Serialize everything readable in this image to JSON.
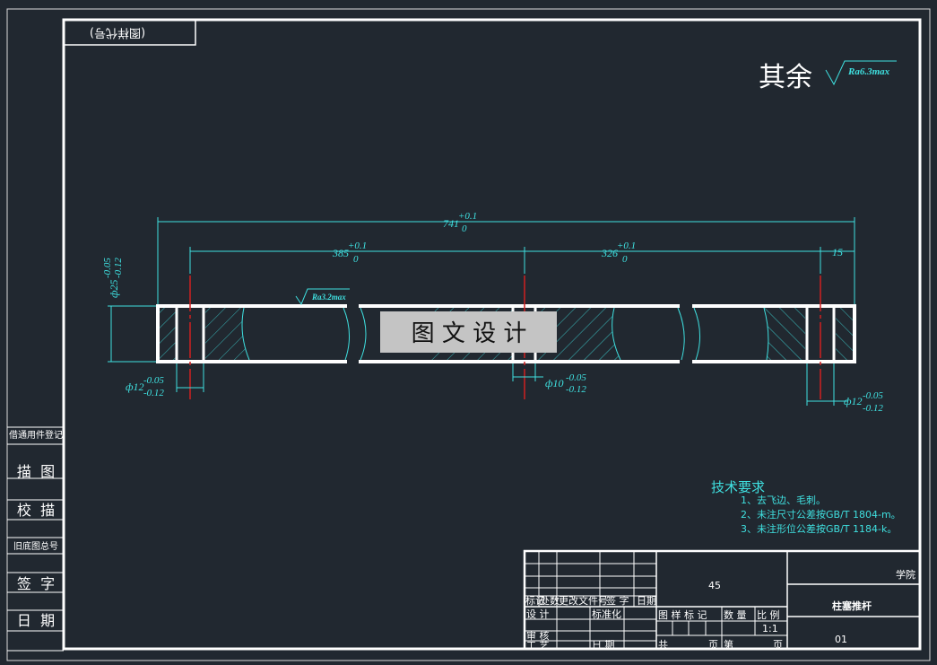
{
  "drawing_code_label": "(图样代号)",
  "surface_note": {
    "prefix": "其余",
    "roughness": "Ra6.3max"
  },
  "local_roughness": "Ra3.2max",
  "dimensions": {
    "overall": {
      "value": "741",
      "upper": "+0.1",
      "lower": "0"
    },
    "left_span": {
      "value": "385",
      "upper": "+0.1",
      "lower": "0"
    },
    "right_span": {
      "value": "326",
      "upper": "+0.1",
      "lower": "0"
    },
    "end": {
      "value": "15"
    },
    "diameter": {
      "value": "ф25",
      "upper": "-0.05",
      "lower": "-0.12"
    },
    "hole_left": {
      "value": "ф12",
      "upper": "-0.05",
      "lower": "-0.12"
    },
    "hole_mid": {
      "value": "ф10",
      "upper": "-0.05",
      "lower": "-0.12"
    },
    "hole_right": {
      "value": "ф12",
      "upper": "-0.05",
      "lower": "-0.12"
    }
  },
  "watermark": "图 文 设 计",
  "tech_requirements": {
    "title": "技术要求",
    "items": [
      "1、去飞边、毛刺。",
      "2、未注尺寸公差按GB/T 1804-m。",
      "3、未注形位公差按GB/T 1184-k。"
    ]
  },
  "left_strip": [
    "借通用件登记",
    "描  图",
    "校  描",
    "旧底图总号",
    "签  字",
    "日  期"
  ],
  "title_block": {
    "rev_headers": [
      "标记",
      "处数",
      "更改文件号",
      "签 字",
      "日期"
    ],
    "design": "设 计",
    "standardize": "标准化",
    "review": "审 核",
    "process": "工 艺",
    "date": "日 期",
    "material": "45",
    "stage_header": [
      "图 样 标 记",
      "数 量",
      "比 例"
    ],
    "scale": "1:1",
    "total_pages": "共",
    "page": "页",
    "sheet_no": "第",
    "page2": "页",
    "school": "学院",
    "part_name": "柱塞推杆",
    "drawing_no": "01"
  },
  "colors": {
    "background": "#212830",
    "lines": "#ffffff",
    "dimension": "#3fe0e0",
    "centerline": "#d02020"
  }
}
